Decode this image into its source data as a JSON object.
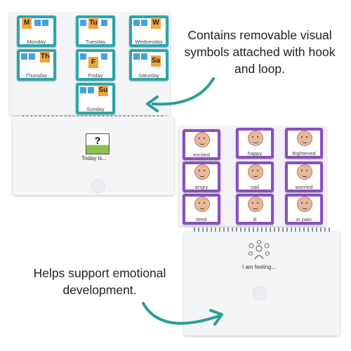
{
  "captions": {
    "removable_symbols": "Contains removable visual symbols attached with hook and loop.",
    "emotional_development": "Helps support emotional development."
  },
  "day_board": {
    "cards": [
      {
        "label": "Monday",
        "letter": "M"
      },
      {
        "label": "Tuesday",
        "letter": "Tu"
      },
      {
        "label": "Wednesday",
        "letter": "W"
      },
      {
        "label": "Thursday",
        "letter": "Th"
      },
      {
        "label": "Friday",
        "letter": "F"
      },
      {
        "label": "Saturday",
        "letter": "Sa"
      },
      {
        "label": "Sunday",
        "letter": "Su"
      }
    ]
  },
  "day_page": {
    "symbol": "?",
    "text": "Today is..."
  },
  "emotion_board": {
    "cards": [
      {
        "label": "excited"
      },
      {
        "label": "happy"
      },
      {
        "label": "frightened"
      },
      {
        "label": "angry"
      },
      {
        "label": "sad"
      },
      {
        "label": "worried"
      },
      {
        "label": "tired"
      },
      {
        "label": "ill"
      },
      {
        "label": "in pain"
      }
    ]
  },
  "emotion_page": {
    "text": "I am feeling..."
  },
  "colors": {
    "day_card": "#2aa6ad",
    "emotion_card": "#8a4fc0",
    "arrow": "#2a9d96"
  }
}
